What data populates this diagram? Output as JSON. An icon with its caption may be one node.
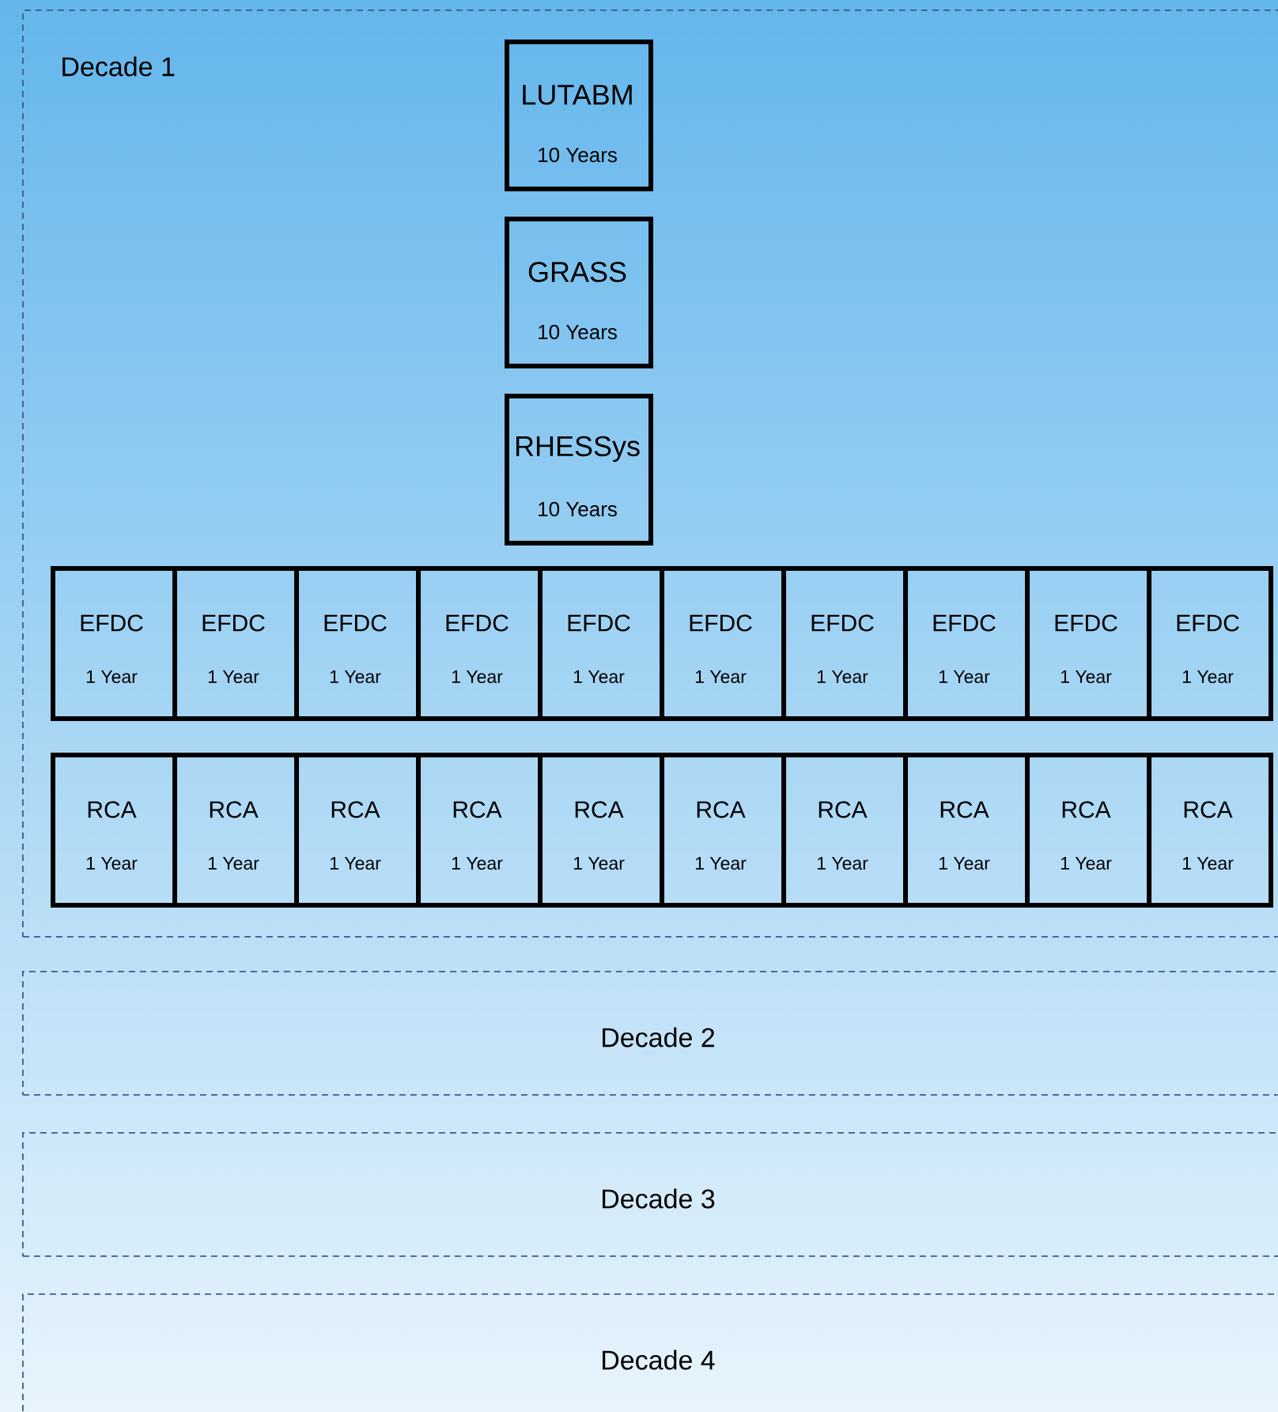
{
  "diagram": {
    "nodes": [
      {
        "text": [
          "Decade 1"
        ]
      },
      {
        "text": [
          "LUTABM",
          "10 Years"
        ],
        "in": 0
      },
      {
        "text": [
          "GRASS",
          "10 Years"
        ],
        "in": 0
      },
      {
        "text": [
          "RHESSys",
          "10 Years"
        ],
        "in": 0
      },
      {
        "text": [
          "EFDC",
          "1 Year"
        ],
        "in": 0
      },
      {
        "text": [
          "EFDC",
          "1 Year"
        ],
        "in": 0
      },
      {
        "text": [
          "EFDC",
          "1 Year"
        ],
        "in": 0
      },
      {
        "text": [
          "EFDC",
          "1 Year"
        ],
        "in": 0
      },
      {
        "text": [
          "EFDC",
          "1 Year"
        ],
        "in": 0
      },
      {
        "text": [
          "EFDC",
          "1 Year"
        ],
        "in": 0
      },
      {
        "text": [
          "EFDC",
          "1 Year"
        ],
        "in": 0
      },
      {
        "text": [
          "EFDC",
          "1 Year"
        ],
        "in": 0
      },
      {
        "text": [
          "EFDC",
          "1 Year"
        ],
        "in": 0
      },
      {
        "text": [
          "EFDC",
          "1 Year"
        ],
        "in": 0
      },
      {
        "text": [
          "RCA",
          "1 Year"
        ],
        "in": 0
      },
      {
        "text": [
          "RCA",
          "1 Year"
        ],
        "in": 0
      },
      {
        "text": [
          "RCA",
          "1 Year"
        ],
        "in": 0
      },
      {
        "text": [
          "RCA",
          "1 Year"
        ],
        "in": 0
      },
      {
        "text": [
          "RCA",
          "1 Year"
        ],
        "in": 0
      },
      {
        "text": [
          "RCA",
          "1 Year"
        ],
        "in": 0
      },
      {
        "text": [
          "RCA",
          "1 Year"
        ],
        "in": 0
      },
      {
        "text": [
          "RCA",
          "1 Year"
        ],
        "in": 0
      },
      {
        "text": [
          "RCA",
          "1 Year"
        ],
        "in": 0
      },
      {
        "text": [
          "RCA",
          "1 Year"
        ],
        "in": 0
      },
      {
        "text": [
          "Decade 2"
        ]
      },
      {
        "text": [
          "Decade 3"
        ]
      },
      {
        "text": [
          "Decade 4"
        ]
      }
    ]
  }
}
